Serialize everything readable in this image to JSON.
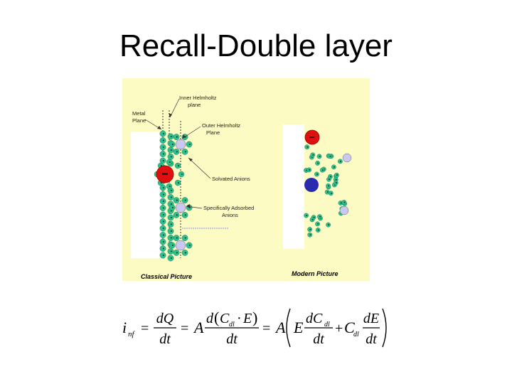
{
  "slide": {
    "title": "Recall-Double layer"
  },
  "figure": {
    "labels": {
      "inner_helmholtz_line1": "Inner Helmholtz",
      "inner_helmholtz_line2": "plane",
      "metal_line1": "Metal",
      "metal_line2": "Plane",
      "outer_helmholtz_line1": "Outer Helmholtz",
      "outer_helmholtz_line2": "Plane",
      "solvated_anions": "Solvated Anions",
      "specifically_adsorbed_line1": "Specifically Adsorbed",
      "specifically_adsorbed_line2": "Anions"
    },
    "captions": {
      "classical": "Classical Picture",
      "modern": "Modern Picture"
    },
    "anion_symbol": "−",
    "colors": {
      "background": "#fdfbc4",
      "metal": "#ffffff",
      "solvent": "#2fbf8c",
      "anion": "#e01010",
      "cation": "#2a2ab0",
      "adsorbed": "#c8c8f0"
    }
  },
  "equation": {
    "lhs": "i",
    "lhs_sub": "nf",
    "eq": "=",
    "dQ": "dQ",
    "dt": "dt",
    "A": "A",
    "d": "d",
    "C": "C",
    "dl": "dl",
    "dot": "·",
    "E": "E",
    "dC": "dC",
    "dE": "dE",
    "plus": "+"
  }
}
